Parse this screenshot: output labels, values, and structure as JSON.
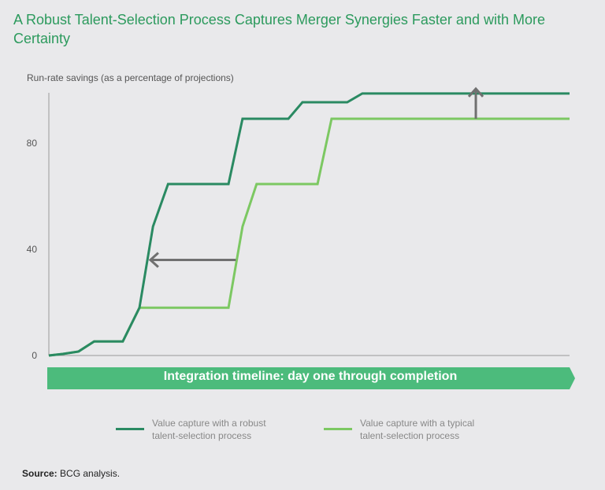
{
  "title": "A Robust Talent-Selection Process Captures Merger Synergies Faster and with More Certainty",
  "source_label": "Source:",
  "source_text": "BCG analysis.",
  "chart_data": {
    "type": "line",
    "title": "A Robust Talent-Selection Process Captures Merger Synergies Faster and with More Certainty",
    "ylabel": "Run-rate savings (as a percentage of projections)",
    "xlabel": "Integration timeline: day one through completion",
    "ylim": [
      0,
      100
    ],
    "xlim": [
      0,
      100
    ],
    "yticks": [
      "0",
      "40",
      "80"
    ],
    "ytick_values": [
      0,
      40,
      80
    ],
    "grid": false,
    "legend_position": "bottom",
    "series": [
      {
        "name": "Value capture with a robust talent-selection process",
        "legend_lines": [
          "Value capture with a robust",
          "talent-selection process"
        ],
        "color": "#2a8a62",
        "x": [
          0,
          2.7,
          5.7,
          8.7,
          14.2,
          17.4,
          20,
          22.9,
          34.5,
          37.2,
          46,
          48.7,
          57.3,
          60.2,
          100
        ],
        "y": [
          0,
          0.6,
          1.5,
          5.3,
          5.3,
          18,
          48.6,
          64.6,
          64.6,
          89.2,
          89.2,
          95.4,
          95.4,
          98.7,
          98.7
        ]
      },
      {
        "name": "Value capture with a typical talent-selection process",
        "legend_lines": [
          "Value capture with a typical",
          "talent-selection process"
        ],
        "color": "#7cc862",
        "x": [
          0,
          2.7,
          5.7,
          8.7,
          14.2,
          17.4,
          34.5,
          37.2,
          39.9,
          51.6,
          54.3,
          100
        ],
        "y": [
          0,
          0.6,
          1.5,
          5.3,
          5.3,
          18,
          18,
          48.6,
          64.6,
          64.6,
          89.2,
          89.2
        ]
      }
    ],
    "annotations": [
      {
        "type": "arrow-left",
        "from_x": 35.9,
        "to_x": 19.5,
        "y": 36
      },
      {
        "type": "arrow-up",
        "x": 82,
        "from_y": 89.2,
        "to_y": 98.7
      }
    ]
  }
}
